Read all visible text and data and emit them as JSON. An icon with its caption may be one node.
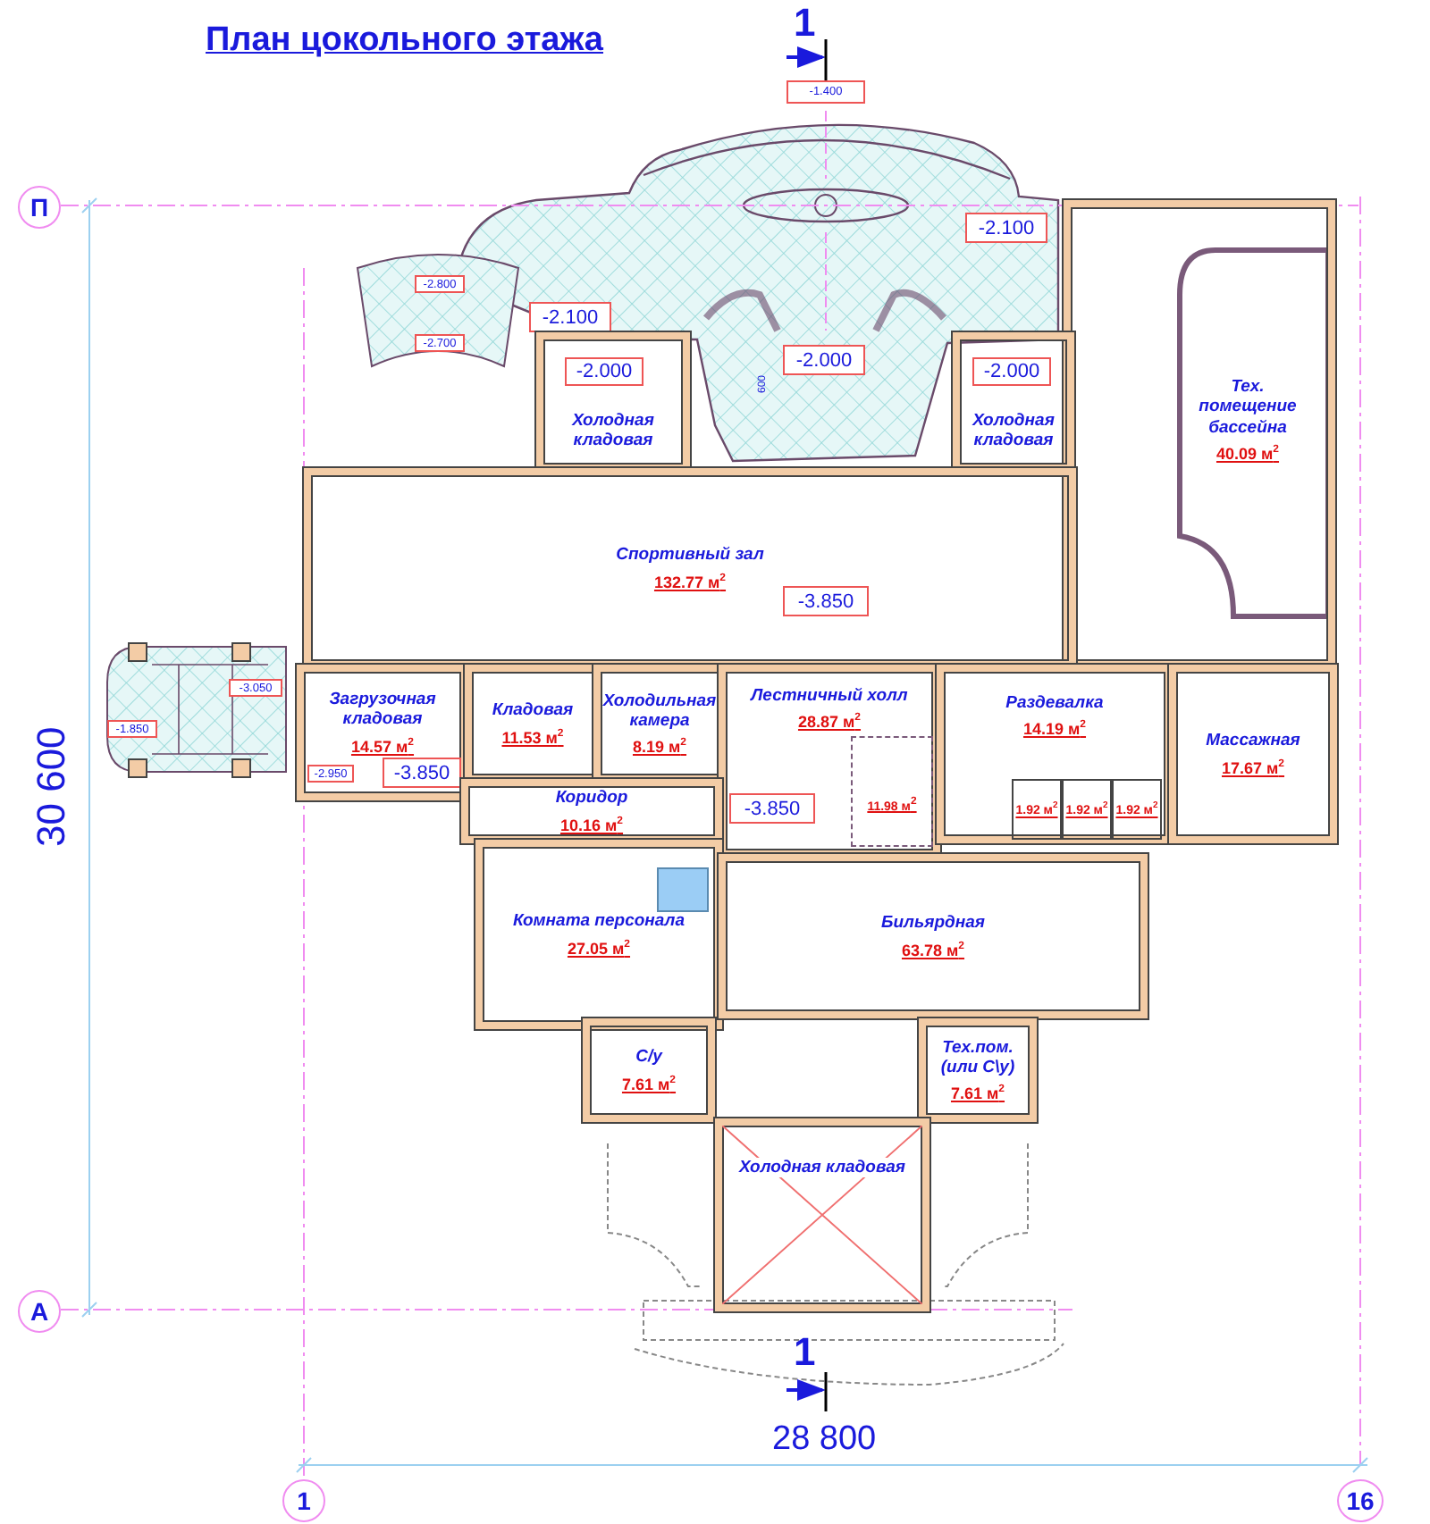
{
  "diagram": {
    "title": "План цокольного этажа",
    "nodes": [
      {
        "text": [
          "-1.400"
        ]
      },
      {
        "text": [
          "-2.100"
        ]
      },
      {
        "text": [
          "Тех. помещение бассейна",
          "40.09 м$^{2}$"
        ]
      },
      {
        "text": [
          "-2.800"
        ]
      },
      {
        "text": [
          "-2.100"
        ]
      },
      {
        "text": [
          "-2.700"
        ]
      },
      {
        "text": [
          "Холодная кладовая"
        ]
      },
      {
        "text": [
          "-2.000"
        ],
        "in": 6
      },
      {
        "text": [
          "-2.000"
        ]
      },
      {
        "text": [
          "Холодная кладовая"
        ]
      },
      {
        "text": [
          "-2.000"
        ],
        "in": 9
      },
      {
        "text": [
          "Спортивный зал",
          "132.77 м$^{2}$"
        ]
      },
      {
        "text": [
          "-3.850"
        ],
        "in": 11
      },
      {
        "text": [
          "-3.050"
        ]
      },
      {
        "text": [
          "-1.850"
        ]
      },
      {
        "text": [
          "Загрузочная кладовая",
          "14.57 м$^{2}$"
        ]
      },
      {
        "text": [
          "-2.950"
        ],
        "in": 15
      },
      {
        "text": [
          "-3.850"
        ],
        "in": 15
      },
      {
        "text": [
          "Кладовая",
          "11.53 м$^{2}$"
        ]
      },
      {
        "text": [
          "Холодильная камера",
          "8.19 м$^{2}$"
        ]
      },
      {
        "text": [
          "Лестничный холл",
          "28.87 м$^{2}$"
        ]
      },
      {
        "text": [
          "11.98 м$^{2}$"
        ],
        "in": 20
      },
      {
        "text": [
          "-3.850"
        ],
        "in": 20
      },
      {
        "text": [
          "Раздевалка",
          "14.19 м$^{2}$"
        ]
      },
      {
        "text": [
          "1.92 м$^{2}$"
        ],
        "in": 23
      },
      {
        "text": [
          "1.92 м$^{2}$"
        ],
        "in": 23
      },
      {
        "text": [
          "1.92 м$^{2}$"
        ],
        "in": 23
      },
      {
        "text": [
          "Массажная",
          "17.67 м$^{2}$"
        ]
      },
      {
        "text": [
          "Коридор",
          "10.16 м$^{2}$"
        ]
      },
      {
        "text": [
          "Комната персонала",
          "27.05 м$^{2}$"
        ]
      },
      {
        "text": [
          "Бильярдная",
          "63.78 м$^{2}$"
        ]
      },
      {
        "text": [
          "С/у",
          "7.61 м$^{2}$"
        ]
      },
      {
        "text": [
          "Тех.пом. (или С\\у)",
          "7.61 м$^{2}$"
        ]
      },
      {
        "text": [
          "Холодная кладовая"
        ]
      },
      {
        "text": [
          "П"
        ]
      },
      {
        "text": [
          "А"
        ]
      },
      {
        "text": [
          "1"
        ]
      },
      {
        "text": [
          "16"
        ]
      }
    ],
    "labels": [
      "1",
      "600",
      "30 600",
      "1",
      "28 800"
    ]
  }
}
